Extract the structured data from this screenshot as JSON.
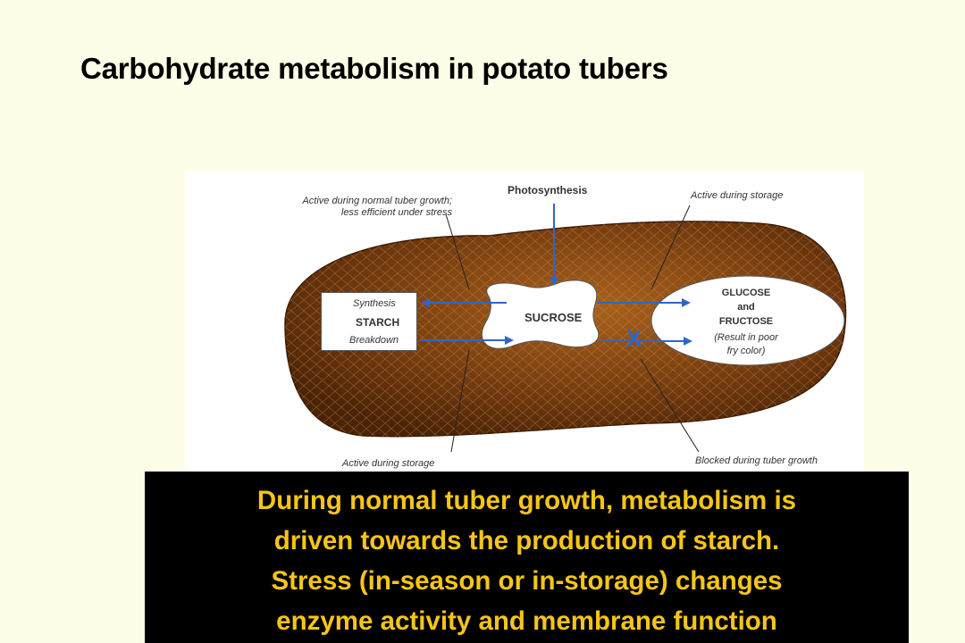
{
  "title": "Carbohydrate metabolism in potato tubers",
  "diagram": {
    "photosynthesis": "Photosynthesis",
    "active_normal_growth": [
      "Active during normal tuber growth;",
      "less efficient under stress"
    ],
    "active_storage_top": "Active during storage",
    "starch_box": {
      "synthesis": "Synthesis",
      "starch": "STARCH",
      "breakdown": "Breakdown"
    },
    "sucrose": "SUCROSE",
    "glucose_box": {
      "line1": "GLUCOSE",
      "line2": "and",
      "line3": "FRUCTOSE",
      "note1": "(Result in poor",
      "note2": "fry color)"
    },
    "blocked_marker": "X",
    "active_storage_bottom": "Active during storage",
    "blocked_growth": "Blocked during tuber growth",
    "colors": {
      "potato": "#7a3f12",
      "arrow": "#2f66c8",
      "blocked_x": "#2f66c8"
    }
  },
  "caption": [
    "During normal tuber growth, metabolism is",
    "driven towards the production of starch.",
    "Stress (in-season or in-storage) changes",
    "enzyme activity and membrane function"
  ],
  "colors": {
    "background": "#fefee8",
    "caption_bg": "#000000",
    "caption_text": "#f5c518"
  }
}
